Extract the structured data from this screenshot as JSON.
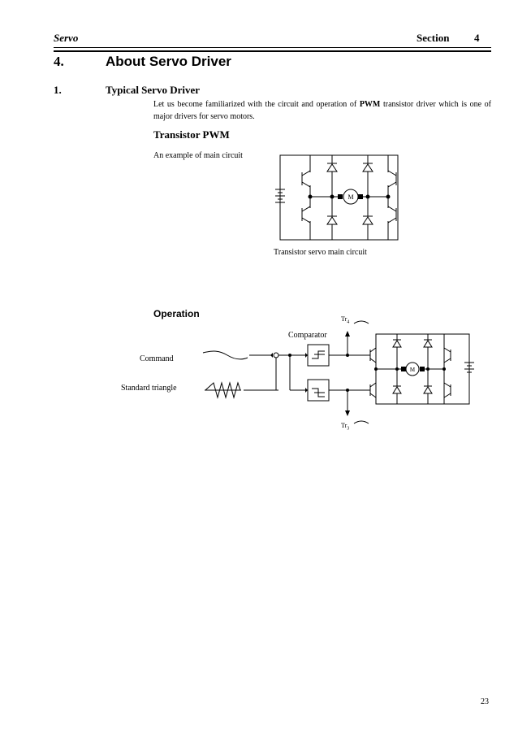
{
  "header": {
    "left": "Servo",
    "section_label": "Section",
    "section_number": "4"
  },
  "chapter": {
    "number": "4.",
    "title": "About Servo Driver"
  },
  "section": {
    "number": "1.",
    "title": "Typical Servo Driver",
    "paragraph_before": "Let us become familiarized with the circuit and operation of ",
    "paragraph_bold": "PWM",
    "paragraph_after": " transistor driver which is one of major drivers for servo motors."
  },
  "transistor_pwm": {
    "heading": "Transistor PWM",
    "example_caption": "An example of main circuit",
    "motor_label": "M",
    "figure_caption": "Transistor servo main circuit"
  },
  "operation": {
    "heading": "Operation",
    "command_label": "Command",
    "triangle_label": "Standard triangle",
    "comparator_label": "Comparator",
    "tr4_label": "Tr",
    "tr4_sub": "4",
    "tr3_label": "Tr",
    "tr3_sub": "3",
    "motor_label": "M"
  },
  "page_number": "23"
}
